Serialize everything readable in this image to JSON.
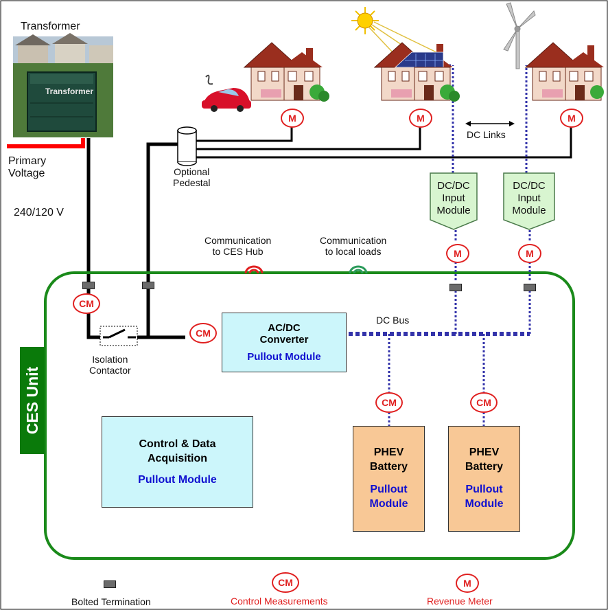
{
  "labels": {
    "transformer_caption": "Transformer",
    "transformer_plate": "Transformer",
    "primary_voltage": "Primary\nVoltage",
    "service_voltage": "240/120 V",
    "optional_pedestal": "Optional\nPedestal",
    "dc_links": "DC Links",
    "comm_ces_hub": "Communication\nto CES Hub",
    "comm_local_loads": "Communication\nto local loads",
    "dc_bus": "DC Bus",
    "isolation_contactor": "Isolation\nContactor",
    "ces_unit": "CES Unit"
  },
  "modules": {
    "dcdc_left": "DC/DC\nInput\nModule",
    "dcdc_right": "DC/DC\nInput\nModule",
    "acdc_title": "AC/DC\nConverter",
    "acdc_sub": "Pullout Module",
    "control_title": "Control & Data\nAcquisition",
    "control_sub": "Pullout Module",
    "phev1_title": "PHEV\nBattery",
    "phev1_sub": "Pullout\nModule",
    "phev2_title": "PHEV\nBattery",
    "phev2_sub": "Pullout\nModule"
  },
  "meters": {
    "revenue": "M",
    "control": "CM"
  },
  "legend": {
    "bolted": "Bolted Termination",
    "cm_symbol": "CM",
    "cm_label": "Control Measurements",
    "m_symbol": "M",
    "m_label": "Revenue Meter"
  },
  "colors": {
    "ces_border": "#1a8a1a",
    "ces_tab": "#0a7a0a",
    "dcdc_fill": "#d8f5d0",
    "acdc_fill": "#ccf6fb",
    "phev_fill": "#f8c896",
    "dc_bus": "#3333aa",
    "meter_red": "#e02020",
    "primary_red": "#ff0000"
  }
}
